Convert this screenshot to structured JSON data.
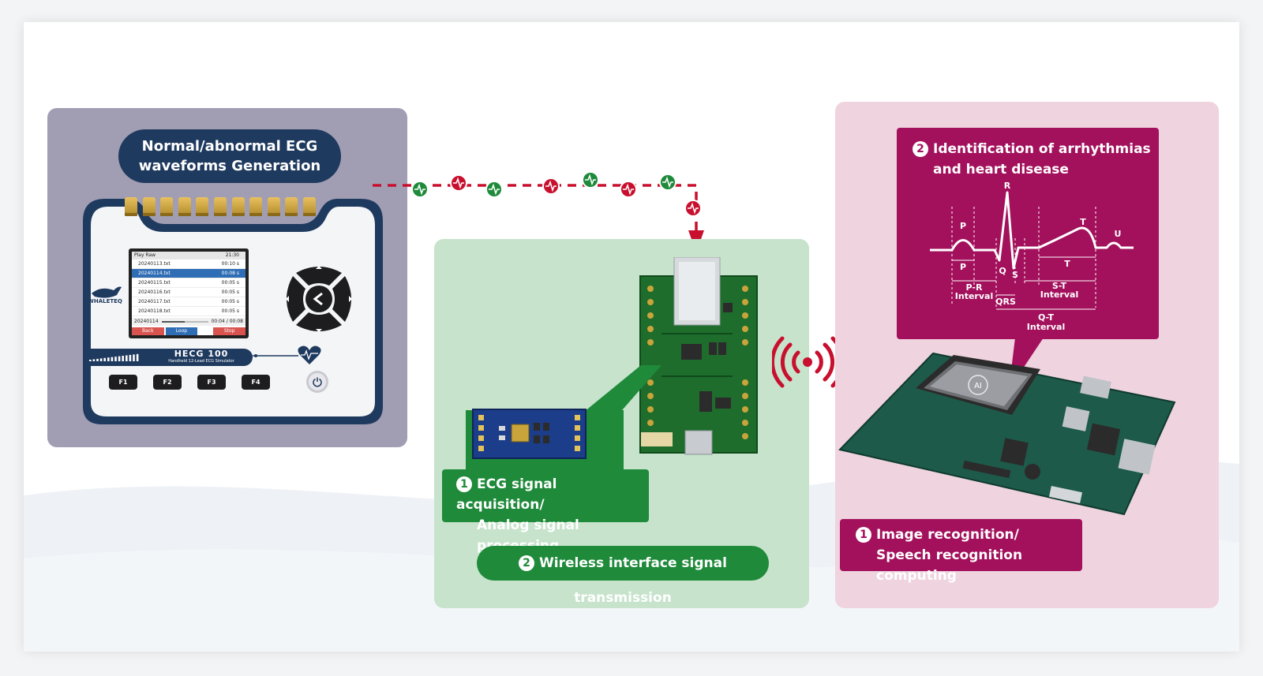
{
  "generator": {
    "title_line1": "Normal/abnormal ECG",
    "title_line2": "waveforms Generation",
    "device": {
      "brand": "WHALETEQ",
      "model": "HECG 100",
      "model_subtitle": "Handheld 12-Lead ECG Simulator",
      "screen": {
        "header_title": "Play Raw",
        "header_time": "21:30",
        "files": [
          {
            "name": "20240113.txt",
            "duration": "00:10 s",
            "selected": false
          },
          {
            "name": "20240114.txt",
            "duration": "00:08 s",
            "selected": true
          },
          {
            "name": "20240115.txt",
            "duration": "00:05 s",
            "selected": false
          },
          {
            "name": "20240116.txt",
            "duration": "00:05 s",
            "selected": false
          },
          {
            "name": "20240117.txt",
            "duration": "00:05 s",
            "selected": false
          },
          {
            "name": "20240118.txt",
            "duration": "00:05 s",
            "selected": false
          }
        ],
        "playing_file": "20240114",
        "playing_time": "00:04 / 00:08",
        "progress": 0.5,
        "buttons": [
          "Back",
          "Loop",
          "Stop"
        ]
      },
      "function_keys": [
        "F1",
        "F2",
        "F3",
        "F4"
      ],
      "power_icon": "power-icon"
    }
  },
  "acquisition": {
    "number": "1",
    "line1": "ECG signal acquisition/",
    "line2": "Analog signal processing"
  },
  "wireless": {
    "number": "2",
    "label": "Wireless interface signal transmission"
  },
  "recognition": {
    "number": "1",
    "line1": "Image recognition/",
    "line2": "Speech recognition computing",
    "board_screen_label": "AI"
  },
  "arrhythmia": {
    "number": "2",
    "line1": "Identification of arrhythmias",
    "line2": "and heart disease",
    "waves": {
      "p": "P",
      "q": "Q",
      "r": "R",
      "s": "S",
      "t": "T",
      "u": "U"
    },
    "intervals": {
      "p": "P",
      "t": "T",
      "pr_1": "P-R",
      "pr_2": "Interval",
      "qrs": "QRS",
      "st_1": "S-T",
      "st_2": "Interval",
      "qt_1": "Q-T",
      "qt_2": "Interval"
    }
  },
  "colors": {
    "navy": "#1f3a5f",
    "green": "#1e8a3a",
    "magenta": "#a3105c",
    "red_dash": "#c8102e",
    "left_panel": "#a19eb3",
    "mid_panel": "#c7e3cc",
    "right_panel": "#efd3de"
  },
  "signal_path": {
    "markers": [
      "green",
      "red",
      "green",
      "red",
      "green",
      "red",
      "green",
      "red"
    ]
  }
}
